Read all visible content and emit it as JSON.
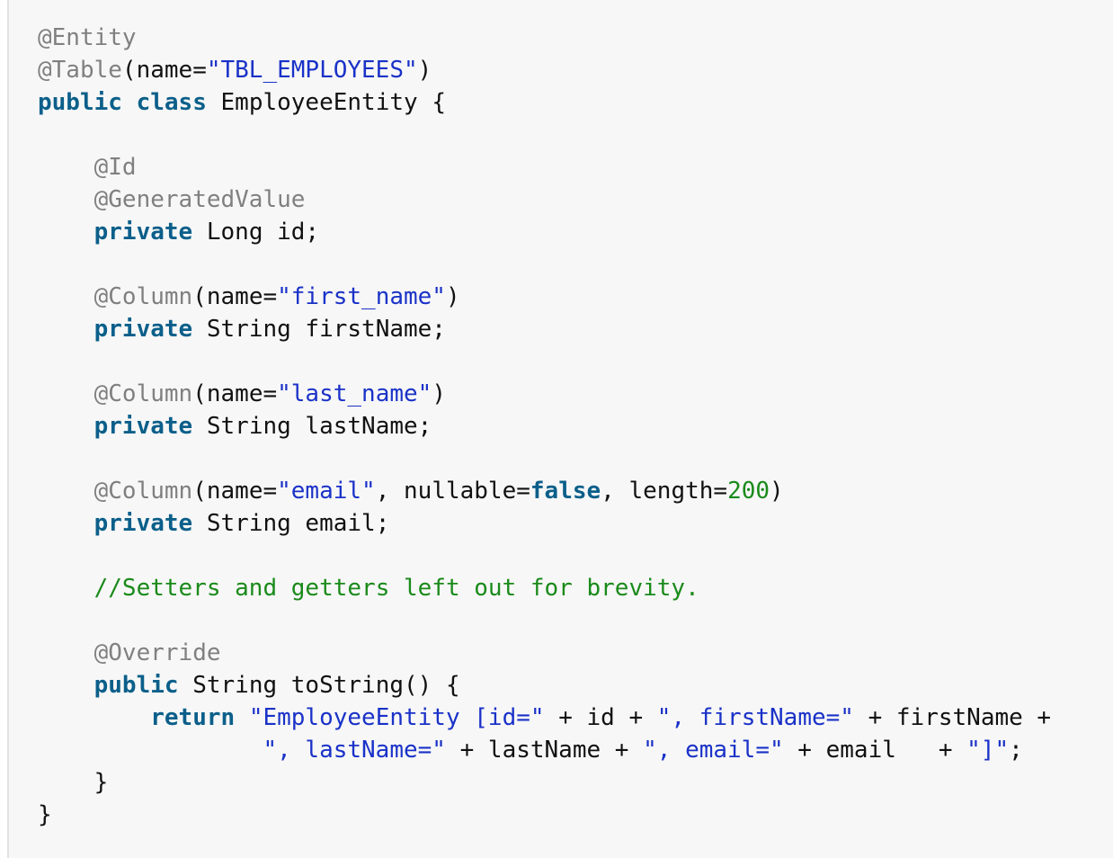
{
  "code": {
    "language": "java",
    "lines": [
      [
        {
          "t": "ann",
          "v": "@Entity"
        }
      ],
      [
        {
          "t": "ann",
          "v": "@Table"
        },
        {
          "t": "pl",
          "v": "(name="
        },
        {
          "t": "str",
          "v": "\"TBL_EMPLOYEES\""
        },
        {
          "t": "pl",
          "v": ")"
        }
      ],
      [
        {
          "t": "kw",
          "v": "public"
        },
        {
          "t": "pl",
          "v": " "
        },
        {
          "t": "kw",
          "v": "class"
        },
        {
          "t": "pl",
          "v": " EmployeeEntity {"
        }
      ],
      [],
      [
        {
          "t": "pl",
          "v": "    "
        },
        {
          "t": "ann",
          "v": "@Id"
        }
      ],
      [
        {
          "t": "pl",
          "v": "    "
        },
        {
          "t": "ann",
          "v": "@GeneratedValue"
        }
      ],
      [
        {
          "t": "pl",
          "v": "    "
        },
        {
          "t": "kw",
          "v": "private"
        },
        {
          "t": "pl",
          "v": " Long id;"
        }
      ],
      [],
      [
        {
          "t": "pl",
          "v": "    "
        },
        {
          "t": "ann",
          "v": "@Column"
        },
        {
          "t": "pl",
          "v": "(name="
        },
        {
          "t": "str",
          "v": "\"first_name\""
        },
        {
          "t": "pl",
          "v": ")"
        }
      ],
      [
        {
          "t": "pl",
          "v": "    "
        },
        {
          "t": "kw",
          "v": "private"
        },
        {
          "t": "pl",
          "v": " String firstName;"
        }
      ],
      [],
      [
        {
          "t": "pl",
          "v": "    "
        },
        {
          "t": "ann",
          "v": "@Column"
        },
        {
          "t": "pl",
          "v": "(name="
        },
        {
          "t": "str",
          "v": "\"last_name\""
        },
        {
          "t": "pl",
          "v": ")"
        }
      ],
      [
        {
          "t": "pl",
          "v": "    "
        },
        {
          "t": "kw",
          "v": "private"
        },
        {
          "t": "pl",
          "v": " String lastName;"
        }
      ],
      [],
      [
        {
          "t": "pl",
          "v": "    "
        },
        {
          "t": "ann",
          "v": "@Column"
        },
        {
          "t": "pl",
          "v": "(name="
        },
        {
          "t": "str",
          "v": "\"email\""
        },
        {
          "t": "pl",
          "v": ", nullable="
        },
        {
          "t": "kw",
          "v": "false"
        },
        {
          "t": "pl",
          "v": ", length="
        },
        {
          "t": "num",
          "v": "200"
        },
        {
          "t": "pl",
          "v": ")"
        }
      ],
      [
        {
          "t": "pl",
          "v": "    "
        },
        {
          "t": "kw",
          "v": "private"
        },
        {
          "t": "pl",
          "v": " String email;"
        }
      ],
      [],
      [
        {
          "t": "pl",
          "v": "    "
        },
        {
          "t": "cmt",
          "v": "//Setters and getters left out for brevity."
        }
      ],
      [],
      [
        {
          "t": "pl",
          "v": "    "
        },
        {
          "t": "ann",
          "v": "@Override"
        }
      ],
      [
        {
          "t": "pl",
          "v": "    "
        },
        {
          "t": "kw",
          "v": "public"
        },
        {
          "t": "pl",
          "v": " String toString() {"
        }
      ],
      [
        {
          "t": "pl",
          "v": "        "
        },
        {
          "t": "kw",
          "v": "return"
        },
        {
          "t": "pl",
          "v": " "
        },
        {
          "t": "str",
          "v": "\"EmployeeEntity [id=\""
        },
        {
          "t": "pl",
          "v": " + id + "
        },
        {
          "t": "str",
          "v": "\", firstName=\""
        },
        {
          "t": "pl",
          "v": " + firstName +"
        }
      ],
      [
        {
          "t": "pl",
          "v": "                "
        },
        {
          "t": "str",
          "v": "\", lastName=\""
        },
        {
          "t": "pl",
          "v": " + lastName + "
        },
        {
          "t": "str",
          "v": "\", email=\""
        },
        {
          "t": "pl",
          "v": " + email   + "
        },
        {
          "t": "str",
          "v": "\"]\""
        },
        {
          "t": "pl",
          "v": ";"
        }
      ],
      [
        {
          "t": "pl",
          "v": "    }"
        }
      ],
      [
        {
          "t": "pl",
          "v": "}"
        }
      ]
    ]
  },
  "colors": {
    "background": "#f7f7f7",
    "annotation": "#808080",
    "string": "#1a32c8",
    "keyword": "#0b5f8a",
    "number": "#1a8a1a",
    "comment": "#1a8a1a",
    "plain": "#111111"
  }
}
